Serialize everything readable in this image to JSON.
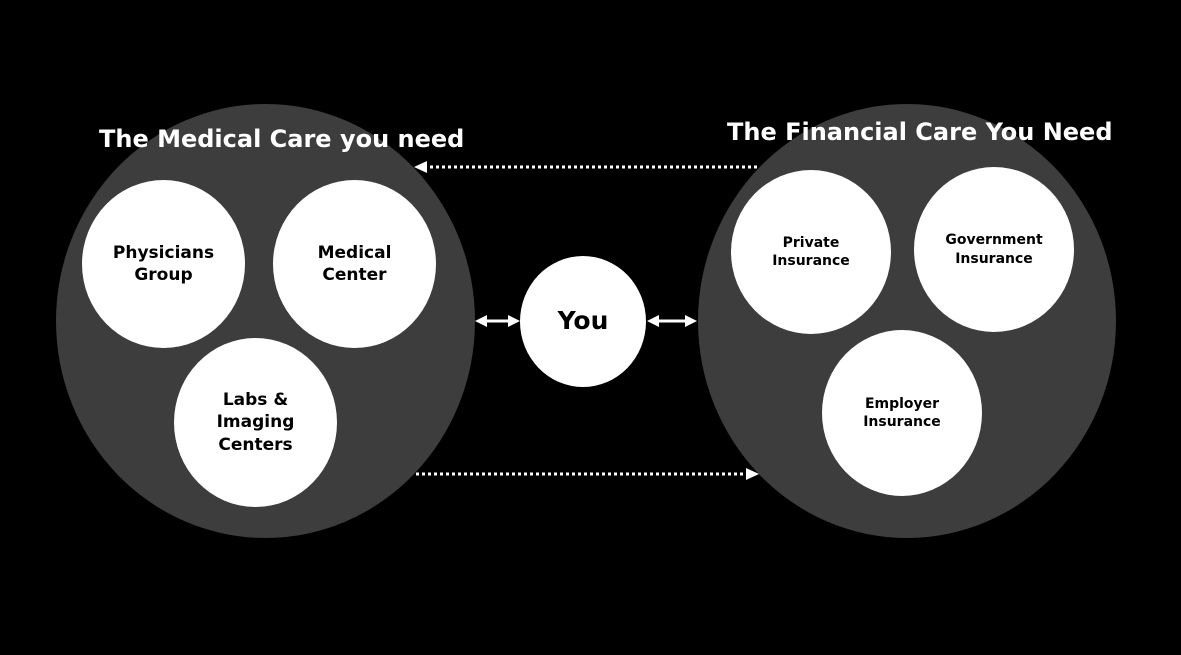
{
  "medical": {
    "title": "The Medical Care you need",
    "nodes": {
      "physicians": "Physicians\nGroup",
      "medical_center": "Medical\nCenter",
      "labs": "Labs &\nImaging\nCenters"
    }
  },
  "center": {
    "label": "You"
  },
  "financial": {
    "title": "The Financial Care You Need",
    "nodes": {
      "private": "Private\nInsurance",
      "government": "Government\nInsurance",
      "employer": "Employer\nInsurance"
    }
  },
  "colors": {
    "background": "#000000",
    "group_circle": "#3d3d3d",
    "node_circle": "#ffffff",
    "node_text": "#000000",
    "connector": "#ffffff"
  }
}
